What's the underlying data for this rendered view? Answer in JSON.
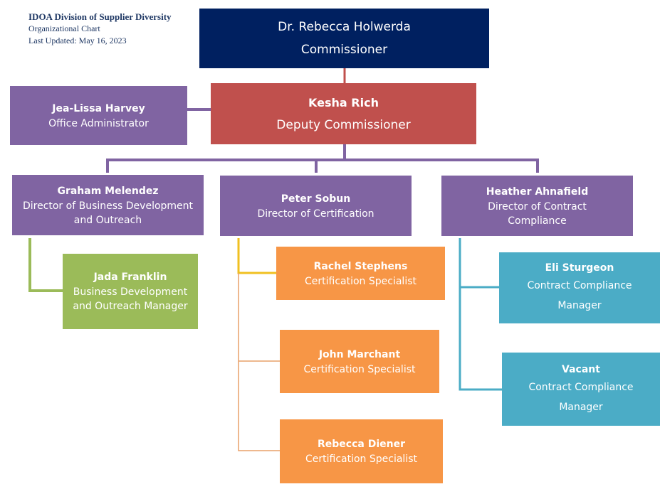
{
  "header": {
    "title": "IDOA Division of Supplier Diversity",
    "subtitle": "Organizational Chart",
    "updated": "Last Updated: May 16, 2023"
  },
  "colors": {
    "commissioner": "#002060",
    "deputy": "#c0504d",
    "director": "#8064a2",
    "business_dev": "#9bbb59",
    "certification": "#f79646",
    "compliance": "#4bacc6"
  },
  "nodes": {
    "commissioner": {
      "name": "Dr. Rebecca Holwerda",
      "title": "Commissioner"
    },
    "deputy": {
      "name": "Kesha Rich",
      "title": "Deputy Commissioner"
    },
    "office_admin": {
      "name": "Jea-Lissa Harvey",
      "title": "Office Administrator"
    },
    "dir_business": {
      "name": "Graham Melendez",
      "title": "Director of Business Development and Outreach"
    },
    "dir_cert": {
      "name": "Peter Sobun",
      "title": "Director of Certification"
    },
    "dir_compliance": {
      "name": "Heather Ahnafield",
      "title": "Director of Contract Compliance"
    },
    "bd_manager": {
      "name": "Jada Franklin",
      "title": "Business Development and Outreach Manager"
    },
    "cert_1": {
      "name": "Rachel Stephens",
      "title": "Certification Specialist"
    },
    "cert_2": {
      "name": "John Marchant",
      "title": "Certification Specialist"
    },
    "cert_3": {
      "name": "Rebecca Diener",
      "title": "Certification Specialist"
    },
    "comp_1": {
      "name": "Eli Sturgeon",
      "title": "Contract Compliance Manager"
    },
    "comp_2": {
      "name": "Vacant",
      "title": "Contract Compliance Manager"
    }
  }
}
